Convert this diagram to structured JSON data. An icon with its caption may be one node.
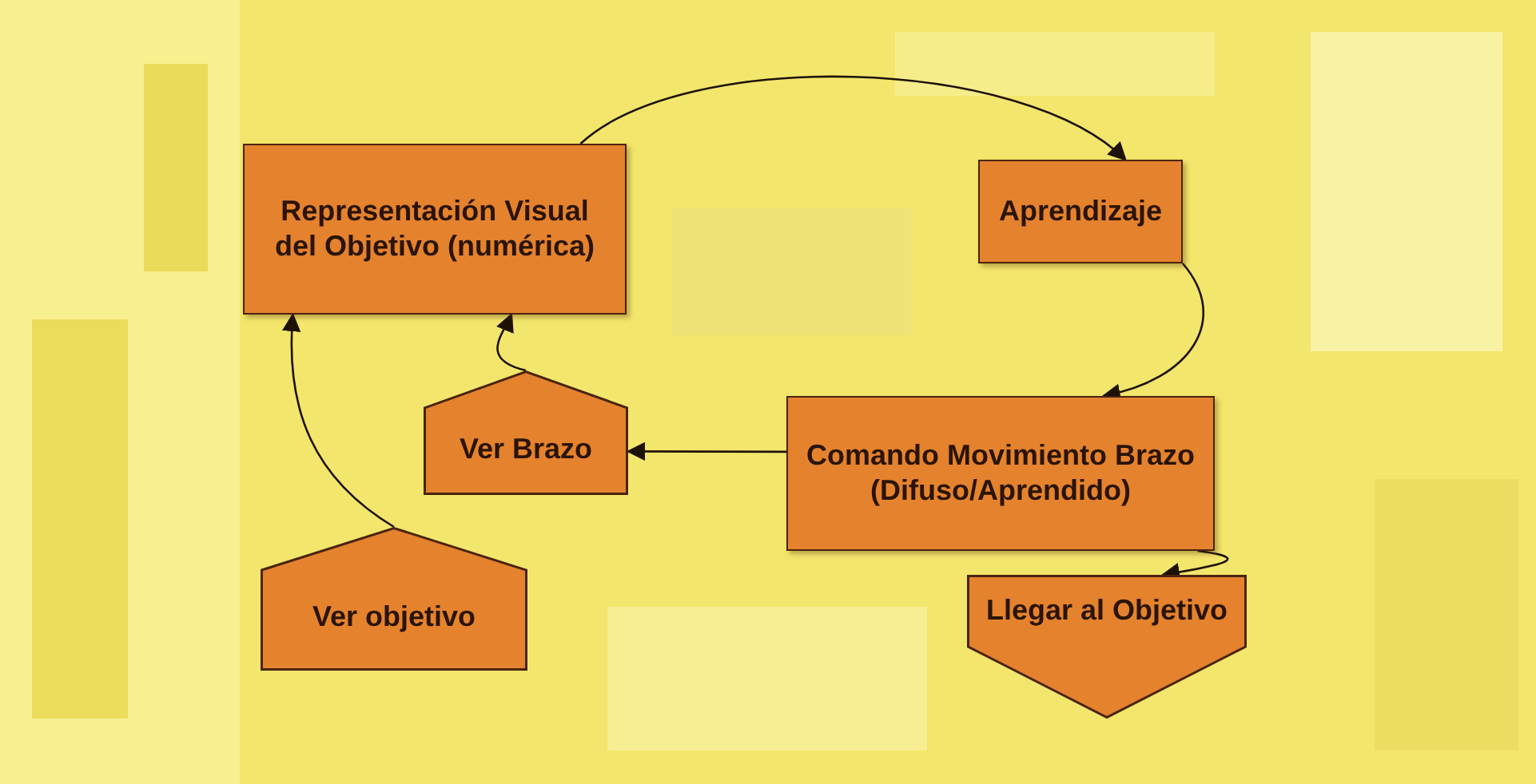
{
  "diagram": {
    "nodes": [
      {
        "text": [
          "Representación Visual del Objetivo (numérica)"
        ]
      },
      {
        "text": [
          "Aprendizaje"
        ]
      },
      {
        "text": [
          "Ver Brazo"
        ]
      },
      {
        "text": [
          "Comando Movimiento Brazo (Difuso/Aprendido)"
        ]
      },
      {
        "text": [
          "Ver objetivo"
        ]
      },
      {
        "text": [
          "Llegar al Objetivo"
        ]
      }
    ],
    "edges": [
      {
        "from": 0,
        "to": 1,
        "arrow": "to"
      },
      {
        "from": 1,
        "to": 3,
        "arrow": "to"
      },
      {
        "from": 3,
        "to": 2,
        "arrow": "to"
      },
      {
        "from": 2,
        "to": 0,
        "arrow": "to"
      },
      {
        "from": 4,
        "to": 0,
        "arrow": "to"
      },
      {
        "from": 3,
        "to": 5,
        "arrow": "to"
      }
    ]
  }
}
